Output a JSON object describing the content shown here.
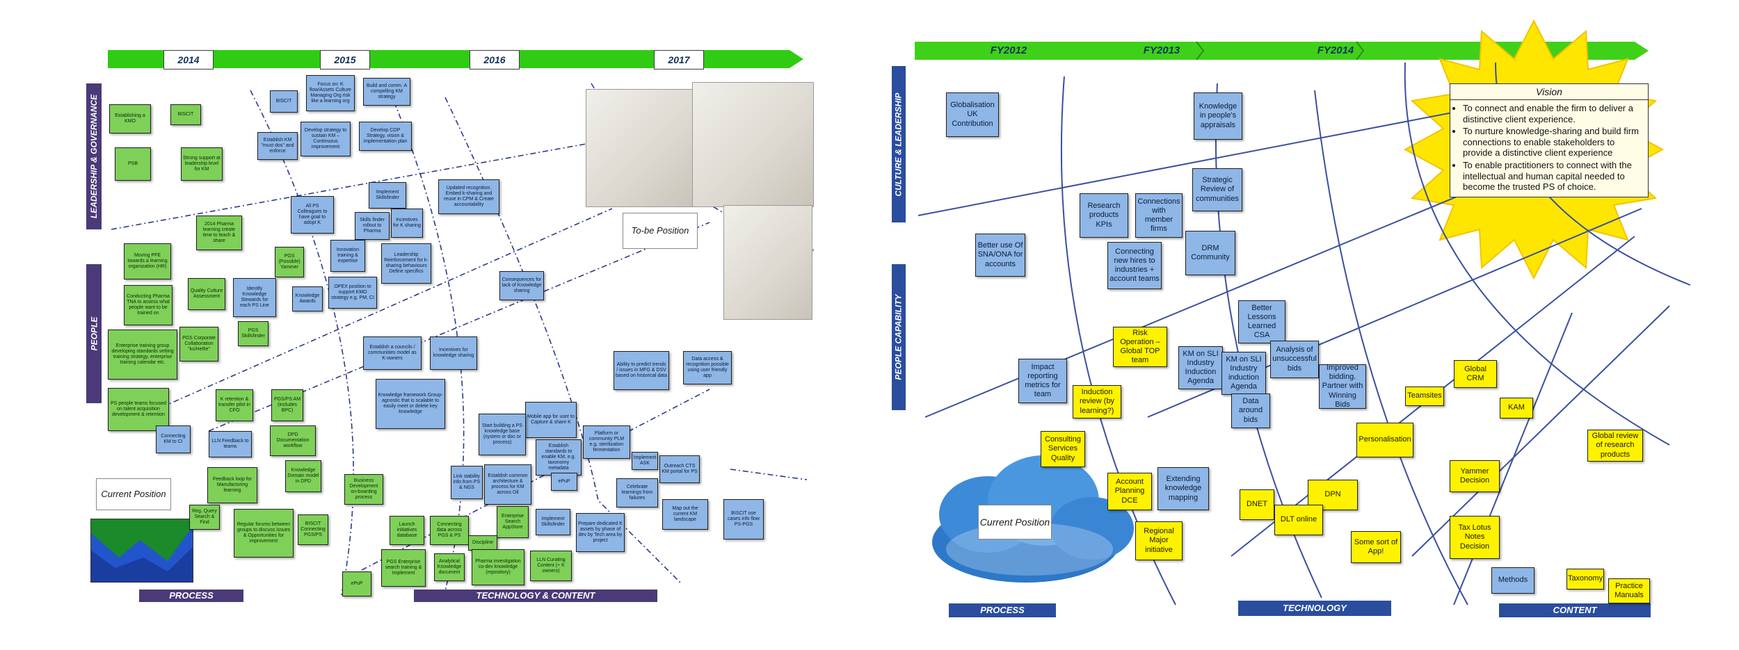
{
  "left": {
    "years": [
      "2014",
      "2015",
      "2016",
      "2017"
    ],
    "side_labels": {
      "leadership": "LEADERSHIP & GOVERNANCE",
      "people": "PEOPLE"
    },
    "bottom_labels": {
      "process": "PROCESS",
      "tech": "TECHNOLOGY & CONTENT"
    },
    "current_position": "Current Position",
    "tobe_position": "To-be Position",
    "boxes": [
      "Establishing a KMO",
      "BISCIT",
      "PSB",
      "Strong support at leadership level for KM",
      "BISCIT",
      "Focus on: K flow/Assets Culture Managing Org risk like a learning org",
      "Build and comm. A compelling KM strategy",
      "Establish KM \"must dos\" and enforce",
      "Develop strategy to sustain KM – Continuous improvement",
      "Develop COP Strategy, vision & implementation plan",
      "All PS Colleagues to have goal to adopt K",
      "Implement Skillsfinder",
      "Skills finder rollout to Pharma",
      "Incentives for K sharing",
      "Updated recognition. Embed k-sharing and reuse in CPM & Create accountability",
      "2014 Pharma learning create time to teach & share",
      "Moving PFE towards a learning organization (HR)",
      "Conducting Pharma TNA to assess what people want to be trained on",
      "Quality Culture Assessment",
      "Identify Knowledge Stewards for each PS Line",
      "PGS (Possible) Yammer",
      "Knowledge Awards",
      "Innovation training & expertise",
      "Leadership Reinforcement for k-sharing behaviours Define specifics",
      "OPEX position to support KMO strategy e.g. PM, CI",
      "Consequences for lack of Knowledge sharing",
      "Enterprise training group developing standards setting training strategy, enterprise training calendar etc.",
      "PGS Corporate Collaboration \"ks/HeRe\"",
      "PGS Skillsfinder",
      "Establish a councils / communities model as K-owners",
      "Incentives for knowledge sharing",
      "Ability to predict trends / issues in MFG & DSV based on historical data",
      "Data access & recognition possible using user friendly app",
      "Knowledge framework Group-agnostic that is scalable to easily meet or delete key knowledge",
      "PS people teams focused on talent acquisition development & retention",
      "K retention & transfer pilot in CFO",
      "PGS/PS AM (includes BPC)",
      "Connecting KM to CI",
      "LLN Feedback to teams",
      "DPD Documentation workflow",
      "Mobile app for user to Capture & share K",
      "Start building a PS knowledge base (system or doc or process)",
      "Establish standards to enable KM, e.g. taxonomy metadata",
      "Platform or community PLM e.g. sterilization fermentation",
      "Implement ASK",
      "Outreach CTS KM portal for PS",
      "Knowledge Domain model in DPD",
      "Business Development on-boarding process",
      "Link stability info from PS & NGS",
      "Establish common architecture & process for KM across Oil",
      "ePuP",
      "Celebrate learnings from failures",
      "Map out the current KM landscape",
      "BISCIT use cases info flow PS-PGS",
      "Feedback loop for Manufacturing learning",
      "Reg. Query Search & Find",
      "Regular forums between groups to discuss issues & Opportunities for improvement",
      "BISCIT Connecting PGS/PS",
      "Launch initiatives database",
      "Connecting data across PGS & PS",
      "Enterprise Search AppStore",
      "Implement Skillsfinder",
      "Prepare dedicated K assets by phase of dev by Tech area by project",
      "Discipline",
      "PGS Enterprise search training & Implement",
      "Analytical Knowledge document",
      "Pharma investigation co-dev knowledge (repository)",
      "LLN Curating Content (+ K owners)",
      "ePuP"
    ]
  },
  "right": {
    "years": [
      "FY2012",
      "FY2013",
      "FY2014"
    ],
    "side_labels": {
      "culture": "CULTURE & LEADERSHIP",
      "people": "PEOPLE CAPABILITY"
    },
    "bottom_labels": {
      "process": "PROCESS",
      "technology": "TECHNOLOGY",
      "content": "CONTENT"
    },
    "current_position": "Current Position",
    "vision": {
      "title": "Vision",
      "points": [
        "To connect and enable the firm to deliver a distinctive client experience.",
        "To nurture knowledge-sharing and build firm connections to enable stakeholders to provide a distinctive client experience",
        "To enable practitioners to connect with the intellectual and human capital needed to become the trusted PS of choice."
      ]
    },
    "boxes": [
      "Globalisation UK Contribution",
      "Knowledge in people's appraisals",
      "Strategic Review of communities",
      "Research products KPIs",
      "Connections with member firms",
      "Better use Of SNA/ONA for accounts",
      "Connecting new hires to industries + account teams",
      "DRM Community",
      "Better Lessons Learned CSA",
      "Risk Operation – Global TOP team",
      "KM on SLI Industry Induction Agenda",
      "KM on SLI Industry induction Agenda",
      "Analysis of unsuccessful bids",
      "Improved bidding. Partner with Winning Bids",
      "Impact reporting metrics for team",
      "Induction review (by learning?)",
      "Data around bids",
      "Teamsites",
      "Global CRM",
      "KAM",
      "Consulting Services Quality",
      "Personalisation",
      "Global review of research products",
      "Account Planning DCE",
      "Extending knowledge mapping",
      "Yammer Decision",
      "DPN",
      "DNET",
      "DLT online",
      "Regional Major initiative",
      "Some sort of App!",
      "Tax Lotus Notes Decision",
      "Methods",
      "Taxonomy",
      "Practice Manuals"
    ]
  },
  "colors": {
    "arrow_green": "#2fcc13",
    "box_green": "#7ed058",
    "box_blue": "#8eb6e6",
    "box_yellow": "#fff200",
    "label_purple": "#4b3a78",
    "label_blue": "#2a4d9e",
    "sun_yellow": "#ffe600"
  }
}
